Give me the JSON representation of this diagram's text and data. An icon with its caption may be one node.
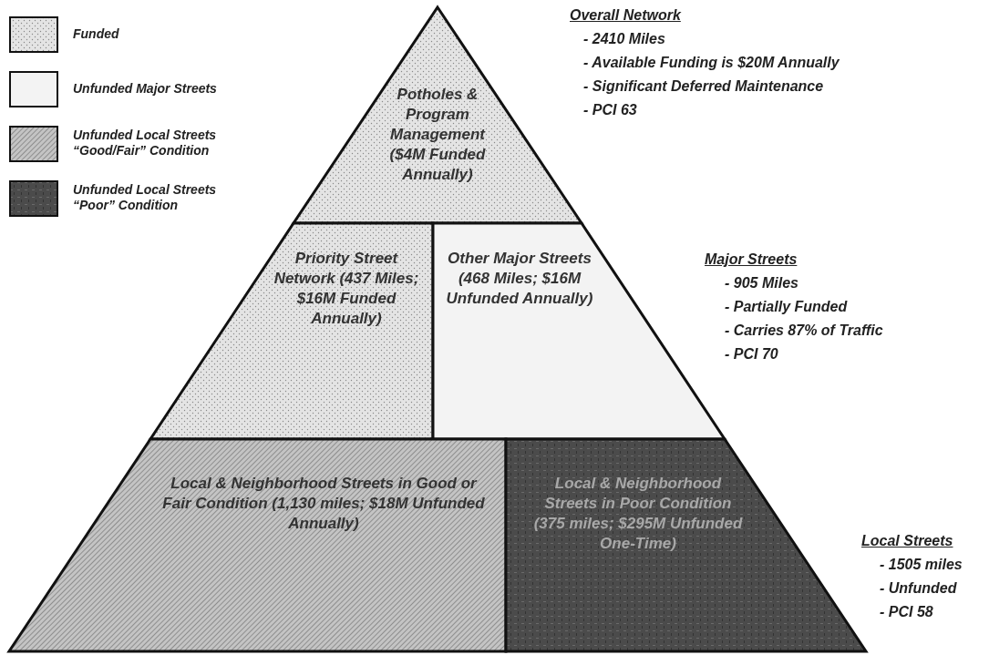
{
  "diagram": {
    "nodes": [
      {
        "text": [
          "Potholes & Program Management ($4M Funded Annually)"
        ]
      },
      {
        "text": [
          "Priority Street Network (437 Miles; $16M Funded Annually)"
        ]
      },
      {
        "text": [
          "Other Major Streets (468 Miles; $16M Unfunded Annually)"
        ]
      },
      {
        "text": [
          "Local & Neighborhood Streets in Good or Fair Condition (1,130 miles; $18M Unfunded Annually)"
        ]
      },
      {
        "text": [
          "Local & Neighborhood Streets in Poor Condition (375 miles; $295M Unfunded One-Time)"
        ]
      }
    ],
    "edges": [],
    "labels": [
      "Overall Network",
      "- 2410 Miles",
      "- Available Funding is $20M Annually",
      "- Significant Deferred Maintenance",
      "- PCI 63",
      "Major Streets",
      "- 905 Miles",
      "- Partially Funded",
      "- Carries 87% of Traffic",
      "- PCI 70",
      "Local Streets",
      "- 1505 miles",
      "- Unfunded",
      "- PCI 58"
    ],
    "legend": [
      {
        "text": "Funded",
        "color": "#e4e4e4"
      },
      {
        "text": "Unfunded Major Streets",
        "color": "#f3f3f3"
      },
      {
        "text": "Unfunded Local Streets “Good/Fair” Condition",
        "color": "#c4c4c4"
      },
      {
        "text": "Unfunded Local Streets “Poor” Condition",
        "color": "#4b4b4b"
      }
    ]
  }
}
